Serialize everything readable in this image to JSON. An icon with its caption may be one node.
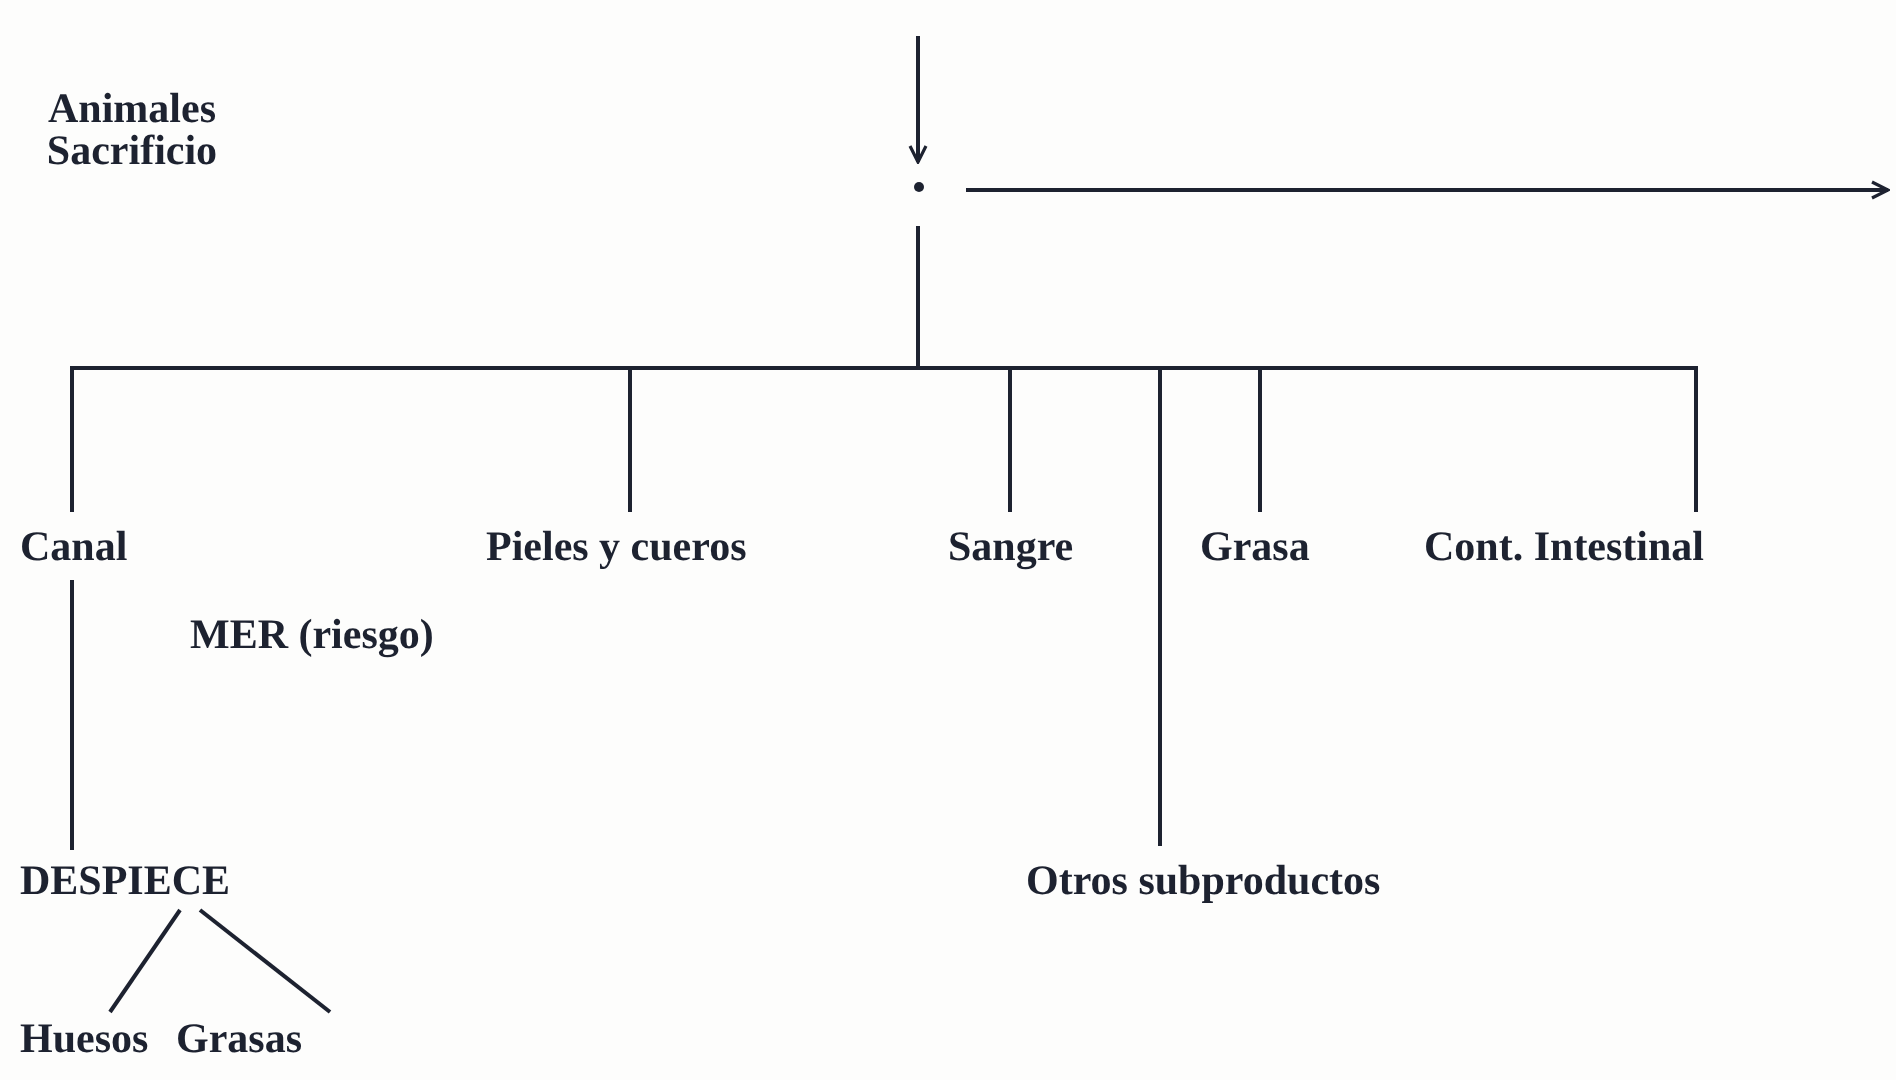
{
  "diagram": {
    "nodes": [
      {
        "text": [
          "Animales Sacrificio"
        ]
      },
      {
        "text": [],
        "shape": "point"
      },
      {
        "text": [
          "Canal"
        ]
      },
      {
        "text": [
          "Pieles y cueros"
        ]
      },
      {
        "text": [
          "Sangre"
        ]
      },
      {
        "text": [
          "Otros subproductos"
        ]
      },
      {
        "text": [
          "Grasa"
        ]
      },
      {
        "text": [
          "Cont. Intestinal"
        ]
      },
      {
        "text": [
          "DESPIECE"
        ]
      },
      {
        "text": [
          "Huesos"
        ]
      },
      {
        "text": [
          "Grasas"
        ]
      }
    ],
    "edges": [
      {
        "from": null,
        "to": 1,
        "arrow": "to"
      },
      {
        "from": 1,
        "to": null,
        "arrow": "to"
      },
      {
        "from": 1,
        "to": 2,
        "arrow": "none"
      },
      {
        "from": 1,
        "to": 3,
        "arrow": "none"
      },
      {
        "from": 1,
        "to": 4,
        "arrow": "none"
      },
      {
        "from": 1,
        "to": 5,
        "arrow": "none"
      },
      {
        "from": 1,
        "to": 6,
        "arrow": "none"
      },
      {
        "from": 1,
        "to": 7,
        "arrow": "none"
      },
      {
        "from": 2,
        "to": 8,
        "arrow": "none"
      },
      {
        "from": 8,
        "to": 9,
        "arrow": "none"
      },
      {
        "from": 8,
        "to": 10,
        "arrow": "none"
      }
    ],
    "labels": [
      "MER (riesgo)"
    ]
  }
}
